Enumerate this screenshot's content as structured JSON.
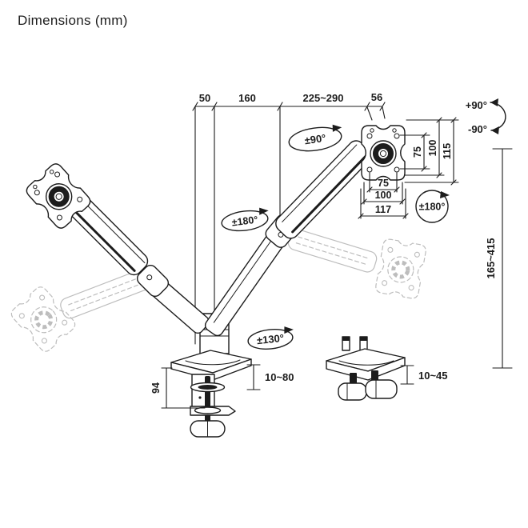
{
  "title": "Dimensions (mm)",
  "dimensions": {
    "top": [
      "50",
      "160",
      "225~290",
      "56"
    ],
    "vesa_vertical": [
      "75",
      "100",
      "115"
    ],
    "vesa_horizontal": [
      "75",
      "100",
      "117"
    ],
    "height_range": "165~415",
    "clamp_height": "94",
    "clamp_desk_thickness": "10~80",
    "grommet_desk_thickness": "10~45"
  },
  "rotations": {
    "tilt_up": "+90°",
    "tilt_down": "-90°",
    "arm_swivel": "±90°",
    "elbow_swivel": "±180°",
    "vesa_rotation": "±180°",
    "base_swivel": "±130°"
  },
  "colors": {
    "line": "#1c1c1c",
    "ghost": "#bdbdbd",
    "background": "#ffffff"
  }
}
